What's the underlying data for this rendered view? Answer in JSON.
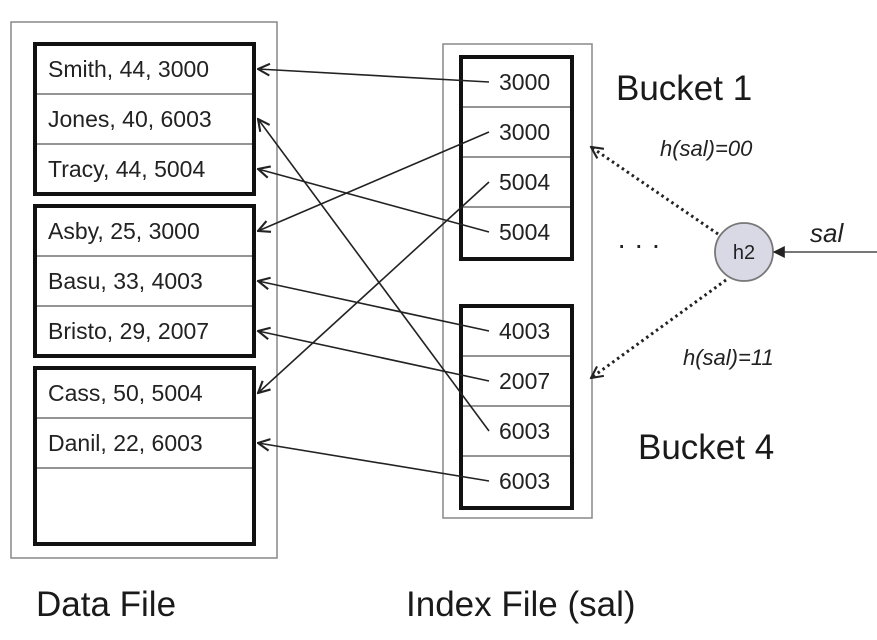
{
  "data_file": {
    "label": "Data File",
    "records": [
      "Smith, 44, 3000",
      "Jones, 40, 6003",
      "Tracy, 44, 5004",
      "Asby, 25, 3000",
      "Basu, 33, 4003",
      "Bristo, 29, 2007",
      "Cass, 50, 5004",
      "Danil, 22, 6003"
    ]
  },
  "index_file": {
    "label": "Index File (sal)",
    "buckets": [
      {
        "label": "Bucket 1",
        "entries": [
          "3000",
          "3000",
          "5004",
          "5004"
        ]
      },
      {
        "label": "Bucket 4",
        "entries": [
          "4003",
          "2007",
          "6003",
          "6003"
        ]
      }
    ]
  },
  "hash": {
    "node_label": "h2",
    "input_label": "sal",
    "top_edge_label": "h(sal)=00",
    "bottom_edge_label": "h(sal)=11",
    "ellipsis": "· · ·"
  },
  "colors": {
    "node_fill": "#d9d9e6",
    "box_stroke": "#111111",
    "outer_stroke": "#888888"
  },
  "pointers": [
    {
      "from_bucket": 0,
      "from_entry": 0,
      "to_record": 0
    },
    {
      "from_bucket": 0,
      "from_entry": 1,
      "to_record": 3
    },
    {
      "from_bucket": 0,
      "from_entry": 2,
      "to_record": 6
    },
    {
      "from_bucket": 0,
      "from_entry": 3,
      "to_record": 2
    },
    {
      "from_bucket": 1,
      "from_entry": 0,
      "to_record": 4
    },
    {
      "from_bucket": 1,
      "from_entry": 1,
      "to_record": 5
    },
    {
      "from_bucket": 1,
      "from_entry": 2,
      "to_record": 1
    },
    {
      "from_bucket": 1,
      "from_entry": 3,
      "to_record": 7
    }
  ]
}
